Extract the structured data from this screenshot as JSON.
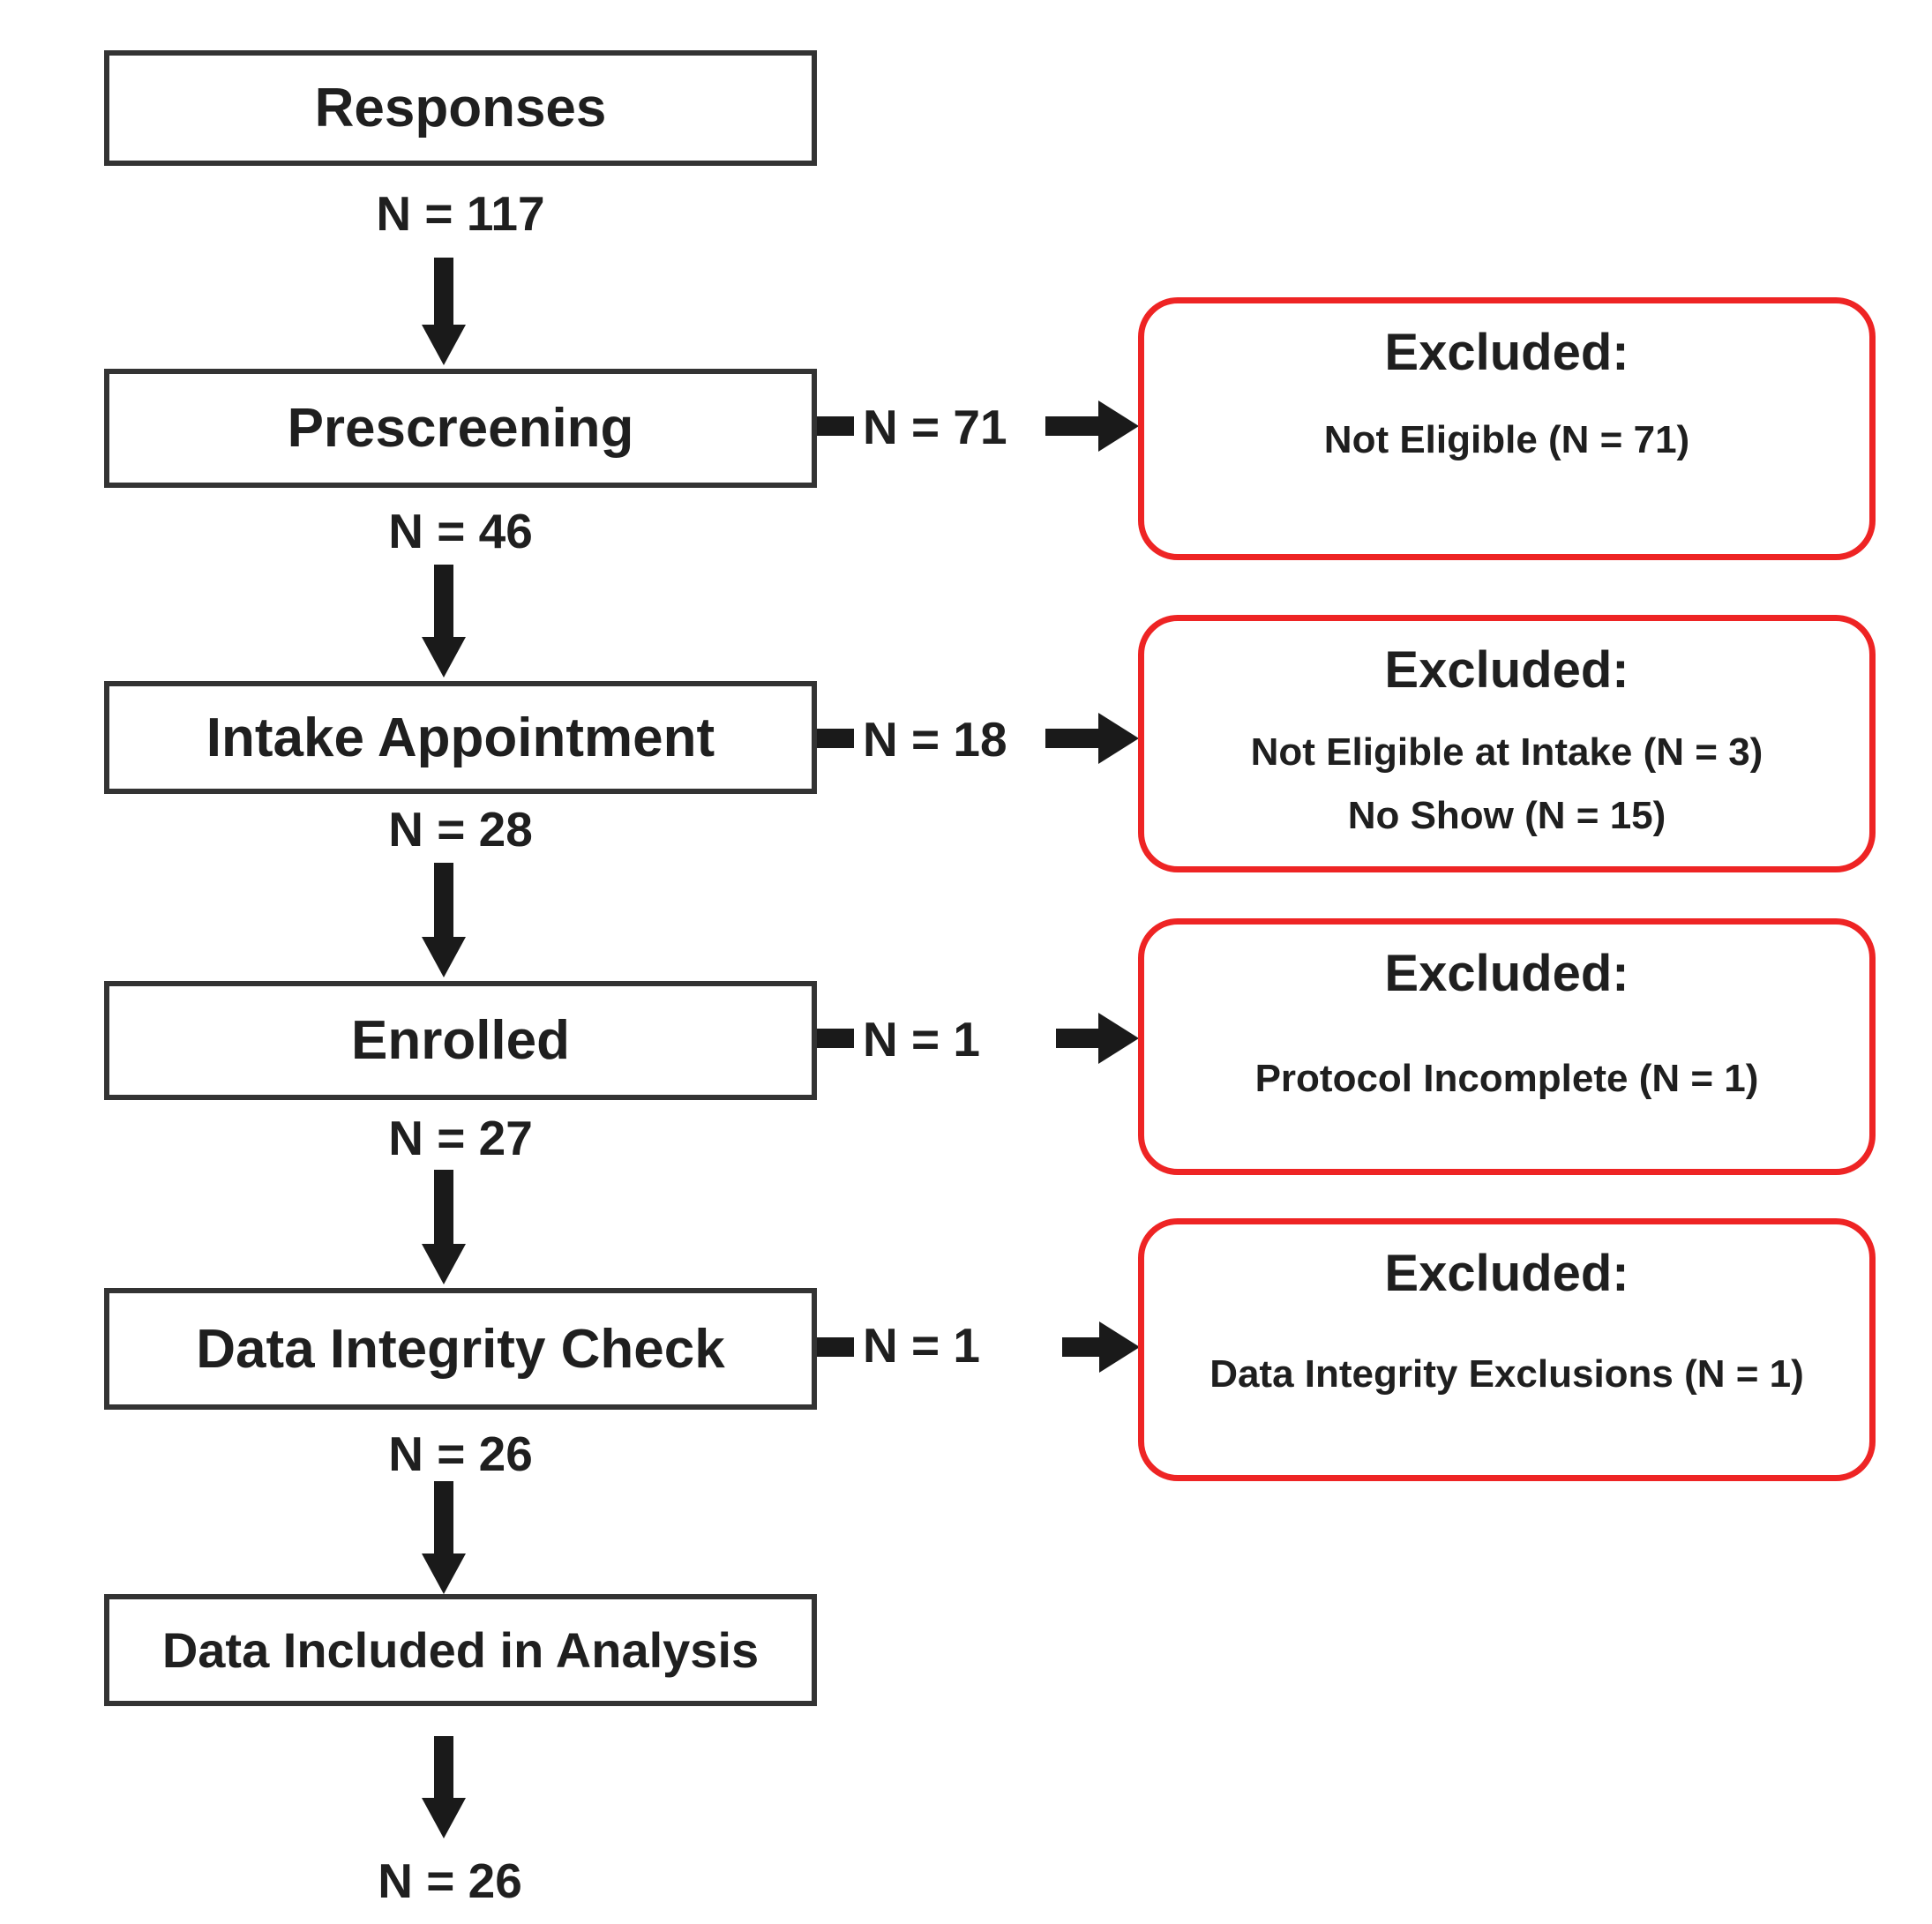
{
  "figure": {
    "type": "participant-flow-diagram",
    "colors": {
      "box_border": "#333333",
      "excluded_border": "#ee2424",
      "arrow": "#1a1a1a",
      "text": "#1f1f1f",
      "background": "#ffffff"
    },
    "stages": [
      {
        "label": "Responses",
        "n_after": "N = 117"
      },
      {
        "label": "Prescreening",
        "n_excluded": "N = 71",
        "n_after": "N = 46"
      },
      {
        "label": "Intake Appointment",
        "n_excluded": "N = 18",
        "n_after": "N = 28"
      },
      {
        "label": "Enrolled",
        "n_excluded": "N = 1",
        "n_after": "N = 27"
      },
      {
        "label": "Data Integrity Check",
        "n_excluded": "N = 1",
        "n_after": "N = 26"
      },
      {
        "label": "Data Included in Analysis",
        "n_after": "N = 26"
      }
    ],
    "excluded_boxes": [
      {
        "title": "Excluded:",
        "lines": [
          "Not Eligible (N = 71)"
        ]
      },
      {
        "title": "Excluded:",
        "lines": [
          "Not Eligible at Intake (N = 3)",
          "No Show (N = 15)"
        ]
      },
      {
        "title": "Excluded:",
        "lines": [
          "Protocol Incomplete (N = 1)"
        ]
      },
      {
        "title": "Excluded:",
        "lines": [
          "Data Integrity Exclusions (N = 1)"
        ]
      }
    ]
  }
}
